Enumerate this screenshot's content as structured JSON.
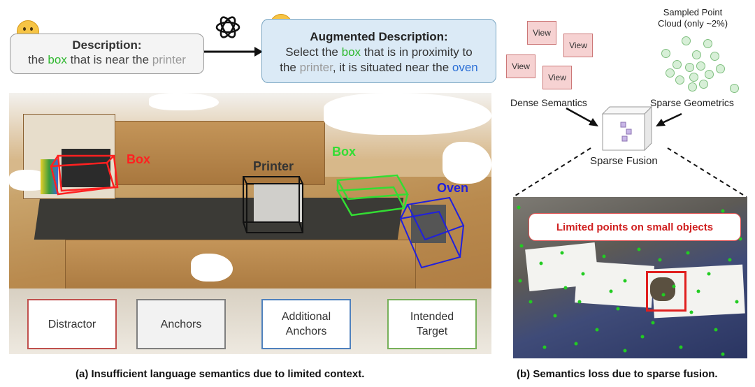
{
  "left_panel": {
    "description": {
      "heading": "Description:",
      "text_parts": [
        "the ",
        "box",
        " that is near the ",
        "printer"
      ]
    },
    "augmented": {
      "heading": "Augmented Description:",
      "line1_parts": [
        "Select the ",
        "box",
        " that is in proximity to"
      ],
      "line2_parts": [
        "the ",
        "printer",
        ", it is situated near the ",
        "oven"
      ]
    },
    "scene_labels": {
      "box_red": "Box",
      "printer": "Printer",
      "box_green": "Box",
      "oven": "Oven"
    },
    "legend": [
      {
        "label": "Distractor",
        "color": "#c0504d"
      },
      {
        "label": "Anchors",
        "color": "#7f7f7f"
      },
      {
        "label": "Additional\nAnchors",
        "color": "#4f81bd"
      },
      {
        "label": "Intended\nTarget",
        "color": "#77b05a"
      }
    ],
    "caption": "(a) Insufficient language semantics due to limited context."
  },
  "right_panel": {
    "views": [
      "View",
      "View",
      "View",
      "View"
    ],
    "sampled_label_line1": "Sampled Point",
    "sampled_label_line2": "Cloud (only ~2%)",
    "dense_label": "Dense Semantics",
    "sparse_label": "Sparse Geometrics",
    "fusion_label": "Sparse Fusion",
    "callout": "Limited points on small objects",
    "caption": "(b) Semantics loss due to sparse fusion."
  },
  "colors": {
    "green_word": "#2eb82e",
    "gray_word": "#9a9a9a",
    "blue_word": "#2b6fd6",
    "distractor": "#ff2020",
    "anchor": "#111111",
    "target": "#33dd33",
    "oven": "#2020dd"
  },
  "icons": [
    "thinking-emoji-icon",
    "grinning-emoji-icon",
    "openai-logo-icon"
  ]
}
